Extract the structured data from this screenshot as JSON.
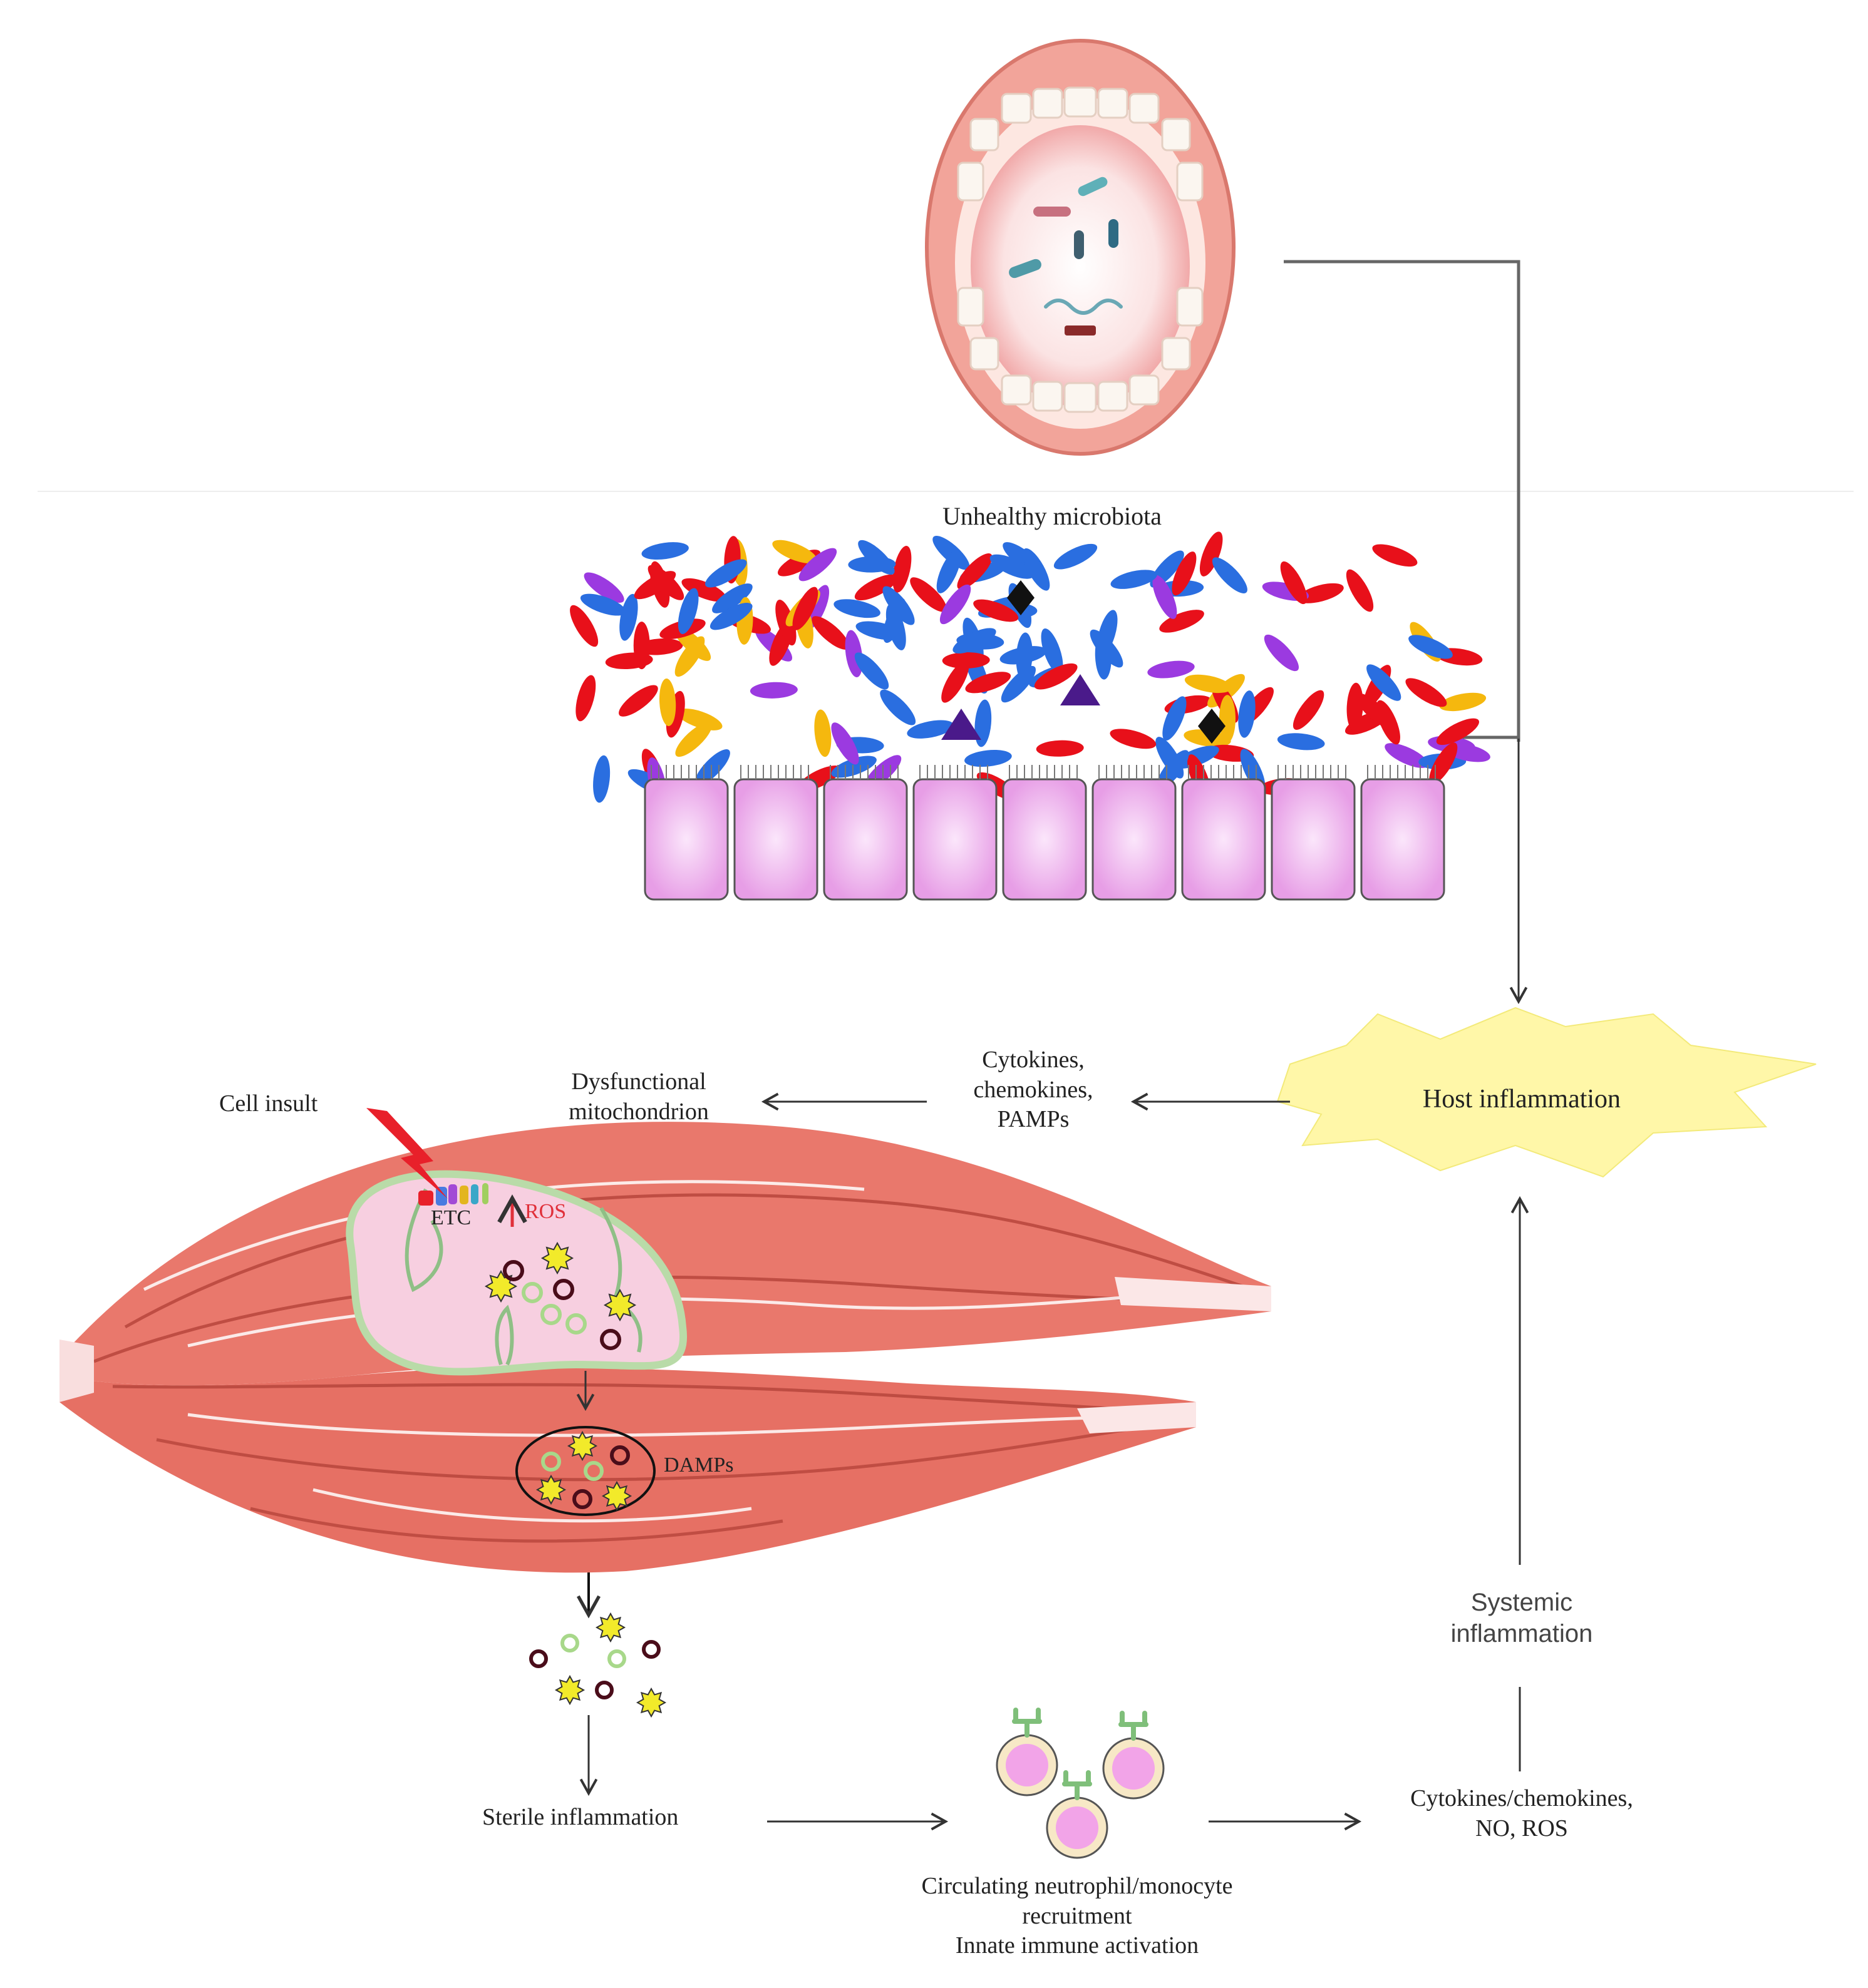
{
  "labels": {
    "unhealthy_microbiota": "Unhealthy microbiota",
    "host_inflammation": "Host inflammation",
    "cytokines_pamps": "Cytokines,\nchemokines,\nPAMPs",
    "dysfunctional_mito": "Dysfunctional\nmitochondrion",
    "cell_insult": "Cell insult",
    "etc": "ETC",
    "ros": "ROS",
    "damps": "DAMPs",
    "sterile_inflammation": "Sterile inflammation",
    "recruitment": "Circulating neutrophil/monocyte\nrecruitment\nInnate immune activation",
    "cytokines_no_ros": "Cytokines/chemokines,\nNO, ROS",
    "systemic_inflammation": "Systemic\ninflammation"
  },
  "colors": {
    "muscle": "#e9786c",
    "muscle_dark": "#b8463d",
    "mito_fill": "#f7cfe0",
    "mito_border": "#b9dba8",
    "epithelium": "#f09ae8",
    "burst": "#fff7a8",
    "bacteria_red": "#e8101a",
    "bacteria_blue": "#2a6ee0",
    "bacteria_purple": "#9b3ae0",
    "bacteria_yellow": "#f5b80e",
    "ros_red": "#e0303a"
  }
}
